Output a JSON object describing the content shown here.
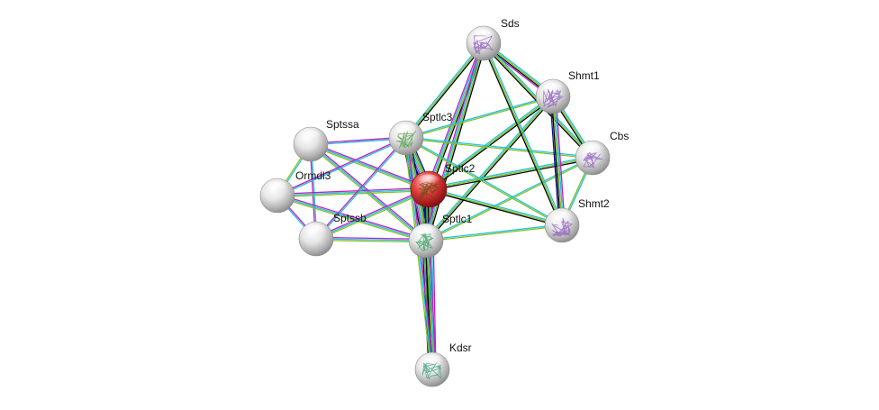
{
  "network": {
    "nodes": [
      {
        "id": "Sptlc2",
        "label": "Sptlc2",
        "query": true,
        "structure": true
      },
      {
        "id": "Sptlc1",
        "label": "Sptlc1",
        "query": false,
        "structure": true
      },
      {
        "id": "Sptlc3",
        "label": "Sptlc3",
        "query": false,
        "structure": true
      },
      {
        "id": "Sds",
        "label": "Sds",
        "query": false,
        "structure": true
      },
      {
        "id": "Shmt1",
        "label": "Shmt1",
        "query": false,
        "structure": true
      },
      {
        "id": "Cbs",
        "label": "Cbs",
        "query": false,
        "structure": true
      },
      {
        "id": "Shmt2",
        "label": "Shmt2",
        "query": false,
        "structure": true
      },
      {
        "id": "Kdsr",
        "label": "Kdsr",
        "query": false,
        "structure": true
      },
      {
        "id": "Sptssa",
        "label": "Sptssa",
        "query": false,
        "structure": false
      },
      {
        "id": "Ormdl3",
        "label": "Ormdl3",
        "query": false,
        "structure": false
      },
      {
        "id": "Sptssb",
        "label": "Sptssb",
        "query": false,
        "structure": false
      }
    ],
    "edges": [
      {
        "a": "Sptlc2",
        "b": "Sptlc1",
        "colors": [
          "#000000",
          "#c020c0",
          "#20c0e0",
          "#80c020",
          "#40a040",
          "#101090",
          "#b0b020"
        ]
      },
      {
        "a": "Sptlc2",
        "b": "Sptlc3",
        "colors": [
          "#000000",
          "#c020c0",
          "#20c0e0",
          "#80c020",
          "#40a040",
          "#101090"
        ]
      },
      {
        "a": "Sptlc1",
        "b": "Sptlc3",
        "colors": [
          "#000000",
          "#c020c0",
          "#20c0e0",
          "#80c020",
          "#40a040",
          "#101090"
        ]
      },
      {
        "a": "Sptlc2",
        "b": "Kdsr",
        "colors": [
          "#c020c0",
          "#20c0e0",
          "#80c020",
          "#000000",
          "#40a040",
          "#101090"
        ]
      },
      {
        "a": "Sptlc1",
        "b": "Kdsr",
        "colors": [
          "#c020c0",
          "#20c0e0",
          "#80c020",
          "#000000",
          "#40a040",
          "#101090"
        ]
      },
      {
        "a": "Sptlc3",
        "b": "Kdsr",
        "colors": [
          "#c020c0",
          "#20c0e0",
          "#80c020"
        ]
      },
      {
        "a": "Sptlc2",
        "b": "Sds",
        "colors": [
          "#c020c0",
          "#20c0e0",
          "#80c020",
          "#000000"
        ]
      },
      {
        "a": "Sptlc1",
        "b": "Sds",
        "colors": [
          "#c020c0",
          "#20c0e0",
          "#80c020",
          "#000000"
        ]
      },
      {
        "a": "Sptlc3",
        "b": "Sds",
        "colors": [
          "#20c0e0",
          "#80c020",
          "#000000"
        ]
      },
      {
        "a": "Sptlc2",
        "b": "Shmt1",
        "colors": [
          "#20c0e0",
          "#80c020",
          "#000000"
        ]
      },
      {
        "a": "Sptlc1",
        "b": "Shmt1",
        "colors": [
          "#20c0e0",
          "#80c020",
          "#000000"
        ]
      },
      {
        "a": "Sptlc3",
        "b": "Shmt1",
        "colors": [
          "#20c0e0",
          "#80c020"
        ]
      },
      {
        "a": "Sptlc2",
        "b": "Cbs",
        "colors": [
          "#20c0e0",
          "#80c020",
          "#000000"
        ]
      },
      {
        "a": "Sptlc1",
        "b": "Cbs",
        "colors": [
          "#20c0e0",
          "#80c020"
        ]
      },
      {
        "a": "Sptlc3",
        "b": "Cbs",
        "colors": [
          "#20c0e0",
          "#80c020"
        ]
      },
      {
        "a": "Sptlc2",
        "b": "Shmt2",
        "colors": [
          "#20c0e0",
          "#80c020",
          "#000000"
        ]
      },
      {
        "a": "Sptlc1",
        "b": "Shmt2",
        "colors": [
          "#20c0e0",
          "#80c020"
        ]
      },
      {
        "a": "Sptlc3",
        "b": "Shmt2",
        "colors": [
          "#20c0e0",
          "#80c020"
        ]
      },
      {
        "a": "Sds",
        "b": "Shmt1",
        "colors": [
          "#20c0e0",
          "#80c020",
          "#000000",
          "#c020c0"
        ]
      },
      {
        "a": "Sds",
        "b": "Cbs",
        "colors": [
          "#20c0e0",
          "#80c020",
          "#000000"
        ]
      },
      {
        "a": "Sds",
        "b": "Shmt2",
        "colors": [
          "#20c0e0",
          "#80c020",
          "#000000"
        ]
      },
      {
        "a": "Shmt1",
        "b": "Cbs",
        "colors": [
          "#20c0e0",
          "#80c020",
          "#000000"
        ]
      },
      {
        "a": "Shmt1",
        "b": "Shmt2",
        "colors": [
          "#c020c0",
          "#20c0e0",
          "#80c020",
          "#000000",
          "#101090"
        ]
      },
      {
        "a": "Cbs",
        "b": "Shmt2",
        "colors": [
          "#20c0e0",
          "#80c020"
        ]
      },
      {
        "a": "Sptssa",
        "b": "Sptlc2",
        "colors": [
          "#c020c0",
          "#20c0e0",
          "#80c020"
        ]
      },
      {
        "a": "Sptssa",
        "b": "Sptlc1",
        "colors": [
          "#c020c0",
          "#20c0e0",
          "#80c020"
        ]
      },
      {
        "a": "Sptssa",
        "b": "Sptlc3",
        "colors": [
          "#c020c0",
          "#20c0e0"
        ]
      },
      {
        "a": "Sptssa",
        "b": "Ormdl3",
        "colors": [
          "#20c0e0",
          "#80c020"
        ]
      },
      {
        "a": "Sptssa",
        "b": "Sptssb",
        "colors": [
          "#20c0e0",
          "#c020c0"
        ]
      },
      {
        "a": "Ormdl3",
        "b": "Sptlc2",
        "colors": [
          "#c020c0",
          "#20c0e0",
          "#80c020"
        ]
      },
      {
        "a": "Ormdl3",
        "b": "Sptlc1",
        "colors": [
          "#c020c0",
          "#20c0e0",
          "#80c020"
        ]
      },
      {
        "a": "Ormdl3",
        "b": "Sptlc3",
        "colors": [
          "#c020c0",
          "#20c0e0"
        ]
      },
      {
        "a": "Ormdl3",
        "b": "Sptssb",
        "colors": [
          "#c020c0",
          "#20c0e0"
        ]
      },
      {
        "a": "Sptssb",
        "b": "Sptlc2",
        "colors": [
          "#c020c0",
          "#20c0e0",
          "#80c020"
        ]
      },
      {
        "a": "Sptssb",
        "b": "Sptlc1",
        "colors": [
          "#c020c0",
          "#20c0e0",
          "#80c020"
        ]
      },
      {
        "a": "Sptssb",
        "b": "Sptlc3",
        "colors": [
          "#c020c0",
          "#20c0e0"
        ]
      }
    ]
  }
}
